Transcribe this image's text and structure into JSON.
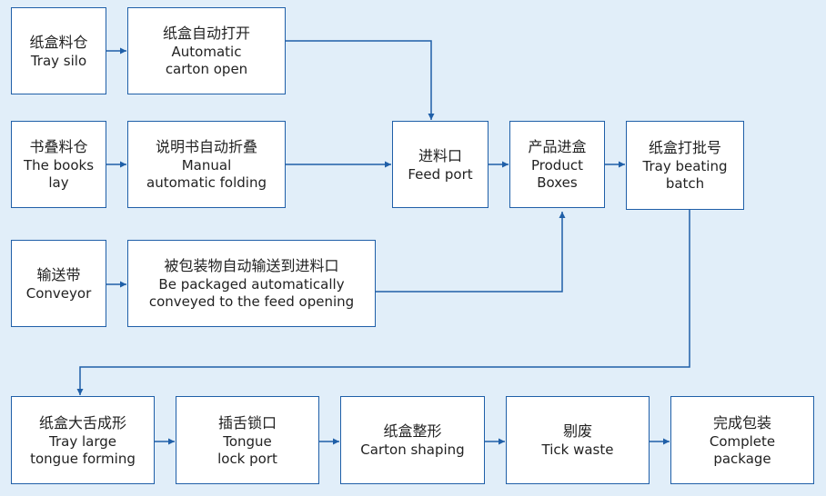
{
  "colors": {
    "background": "#e1eef9",
    "box_fill": "#ffffff",
    "box_border": "#1f5fa8",
    "connector": "#1f5fa8",
    "text": "#222222"
  },
  "nodes": {
    "tray_silo": {
      "cn": "纸盒料仓",
      "en": "Tray silo"
    },
    "carton_open": {
      "cn": "纸盒自动打开",
      "en": "Automatic\ncarton open"
    },
    "books_lay": {
      "cn": "书叠料仓",
      "en": "The books\nlay"
    },
    "manual_folding": {
      "cn": "说明书自动折叠",
      "en": "Manual\nautomatic folding"
    },
    "conveyor": {
      "cn": "输送带",
      "en": "Conveyor"
    },
    "packaged_conveyed": {
      "cn": "被包装物自动输送到进料口",
      "en": "Be packaged automatically\nconveyed to the feed opening"
    },
    "feed_port": {
      "cn": "进料口",
      "en": "Feed port"
    },
    "product_boxes": {
      "cn": "产品进盒",
      "en": "Product\nBoxes"
    },
    "batch": {
      "cn": "纸盒打批号",
      "en": "Tray beating\nbatch"
    },
    "tongue_forming": {
      "cn": "纸盒大舌成形",
      "en": "Tray large\ntongue forming"
    },
    "tongue_lock": {
      "cn": "插舌锁口",
      "en": "Tongue\nlock port"
    },
    "carton_shaping": {
      "cn": "纸盒整形",
      "en": "Carton shaping"
    },
    "tick_waste": {
      "cn": "剔废",
      "en": "Tick waste"
    },
    "complete": {
      "cn": "完成包装",
      "en": "Complete\npackage"
    }
  }
}
